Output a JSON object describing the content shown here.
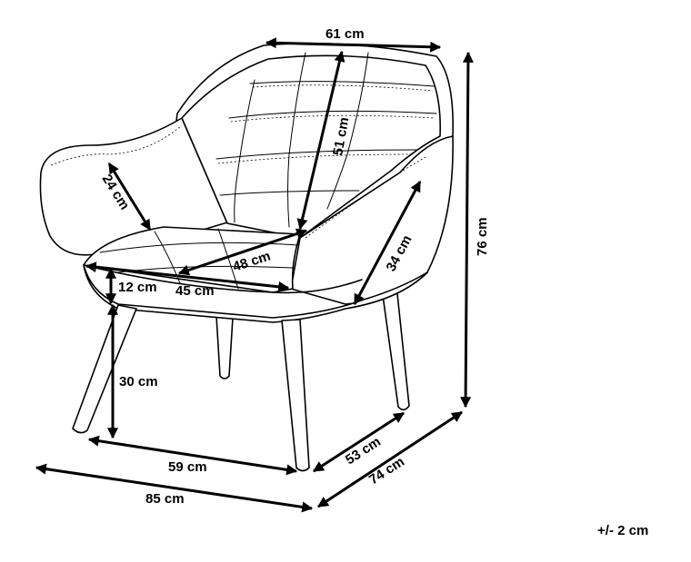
{
  "dimensions": {
    "top_width": "61 cm",
    "backrest_height": "51 cm",
    "total_height": "76 cm",
    "armrest_depth": "24 cm",
    "armrest_length": "34 cm",
    "seat_depth": "48 cm",
    "seat_thickness": "12 cm",
    "seat_width": "45 cm",
    "seat_height": "30 cm",
    "leg_span_width": "59 cm",
    "leg_span_depth": "53 cm",
    "total_width": "85 cm",
    "total_depth": "74 cm"
  },
  "tolerance": "+/- 2 cm"
}
